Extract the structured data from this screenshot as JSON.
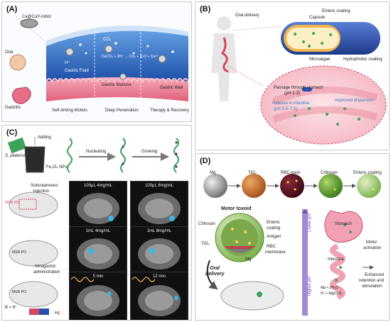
{
  "panel_a": {
    "label": "(A)",
    "robot": "Ca@CaY-robot",
    "oral": "Oral",
    "gastritis": "Gastritis",
    "gastric_fluid": "Gastric Fluid",
    "gastric_mucosa": "Gastric Mucosa",
    "gastric_wall": "Gastric Wall",
    "reaction": "CaCO₃ + 2H⁺ → CO₂ + H₂O + Ca²⁺",
    "h_ion": "H⁺",
    "co2": "CO₂",
    "stages": [
      "Self-driving Motion",
      "Deep Penetration",
      "Therapy & Recovery"
    ]
  },
  "panel_b": {
    "label": "(B)",
    "oral_delivery": "Oral delivery",
    "enteric_coating": "Enteric coating",
    "capsule": "Capsule",
    "microalgae": "Microalgae",
    "hydrophobic_coating": "Hydrophobic coating",
    "passage": "Passage through stomach",
    "passage_ph": "(pH 1-3)",
    "release": "Release in intestine",
    "release_ph": "(pH 5.5~7.5)",
    "improved": "Improved dispersion"
  },
  "panel_c": {
    "label": "(C)",
    "adding": "Adding",
    "species": "S. platensis",
    "nps": "Fe₃O₄ NPs",
    "nucleating": "Nucleating",
    "growing": "Growing",
    "subq": "Subcutaneous",
    "subq2": "injection",
    "intragastric": "Intragastric",
    "intragastric2": "administration",
    "msr": "MSR-PO",
    "field": "B = 6°",
    "hz": "Hz",
    "mri_captions": [
      "100μL 4mg/mL",
      "100μL 8mg/mL",
      "1mL 4mg/mL",
      "1mL 8mg/mL",
      "5 min",
      "12 min"
    ]
  },
  "panel_d": {
    "label": "(D)",
    "steps": [
      "Mg",
      "TiO₂",
      "RBC-toxin",
      "Chitosan",
      "Enteric coating"
    ],
    "title": "Motor toxoid",
    "chitosan": "Chitosan",
    "enteric": "Enteric",
    "enteric2": "coating",
    "antigen": "Antigen",
    "tio2": "TiO₂",
    "rbc": "RBC",
    "rbc2": "membrane",
    "mg": "Mg",
    "oral": "Oral",
    "delivery": "delivery",
    "lower_ph": "Lower pH",
    "higher_ph": "Higher pH",
    "stomach": "Stomach",
    "intestine": "Intestine",
    "eq1": "Mg + 2H₂O →",
    "eq2": "H₂ + Mg(OH)₂",
    "motor": "Motor",
    "activation": "activation",
    "enhanced": "Enhanced",
    "retention": "retention and",
    "stimulation": "stimulation"
  }
}
